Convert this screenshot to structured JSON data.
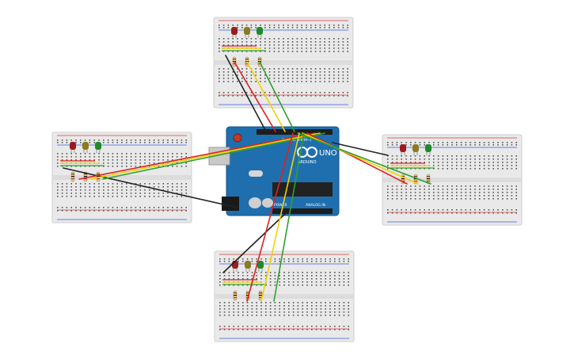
{
  "canvas": {
    "background": "#ffffff"
  },
  "board": {
    "name": "Arduino Uno",
    "logo_text": "UNO",
    "brand_text": "ARDUINO",
    "power_label": "POWER",
    "analog_label": "ANALOG IN",
    "digital_label": "DIGITAL (PWM~)",
    "color": "#1f6fae"
  },
  "breadboards": [
    {
      "id": "top",
      "leds": [
        "red",
        "yellow",
        "green"
      ]
    },
    {
      "id": "left",
      "leds": [
        "red",
        "yellow",
        "green"
      ]
    },
    {
      "id": "right",
      "leds": [
        "red",
        "yellow",
        "green"
      ]
    },
    {
      "id": "bottom",
      "leds": [
        "red",
        "yellow",
        "green"
      ]
    }
  ],
  "colors": {
    "led_red": "#9b1c1c",
    "led_yellow": "#8c7a1f",
    "led_green": "#1e8a2a",
    "wire_red": "#e02020",
    "wire_yellow": "#f2d200",
    "wire_green": "#2fa02f",
    "wire_black": "#222222"
  }
}
